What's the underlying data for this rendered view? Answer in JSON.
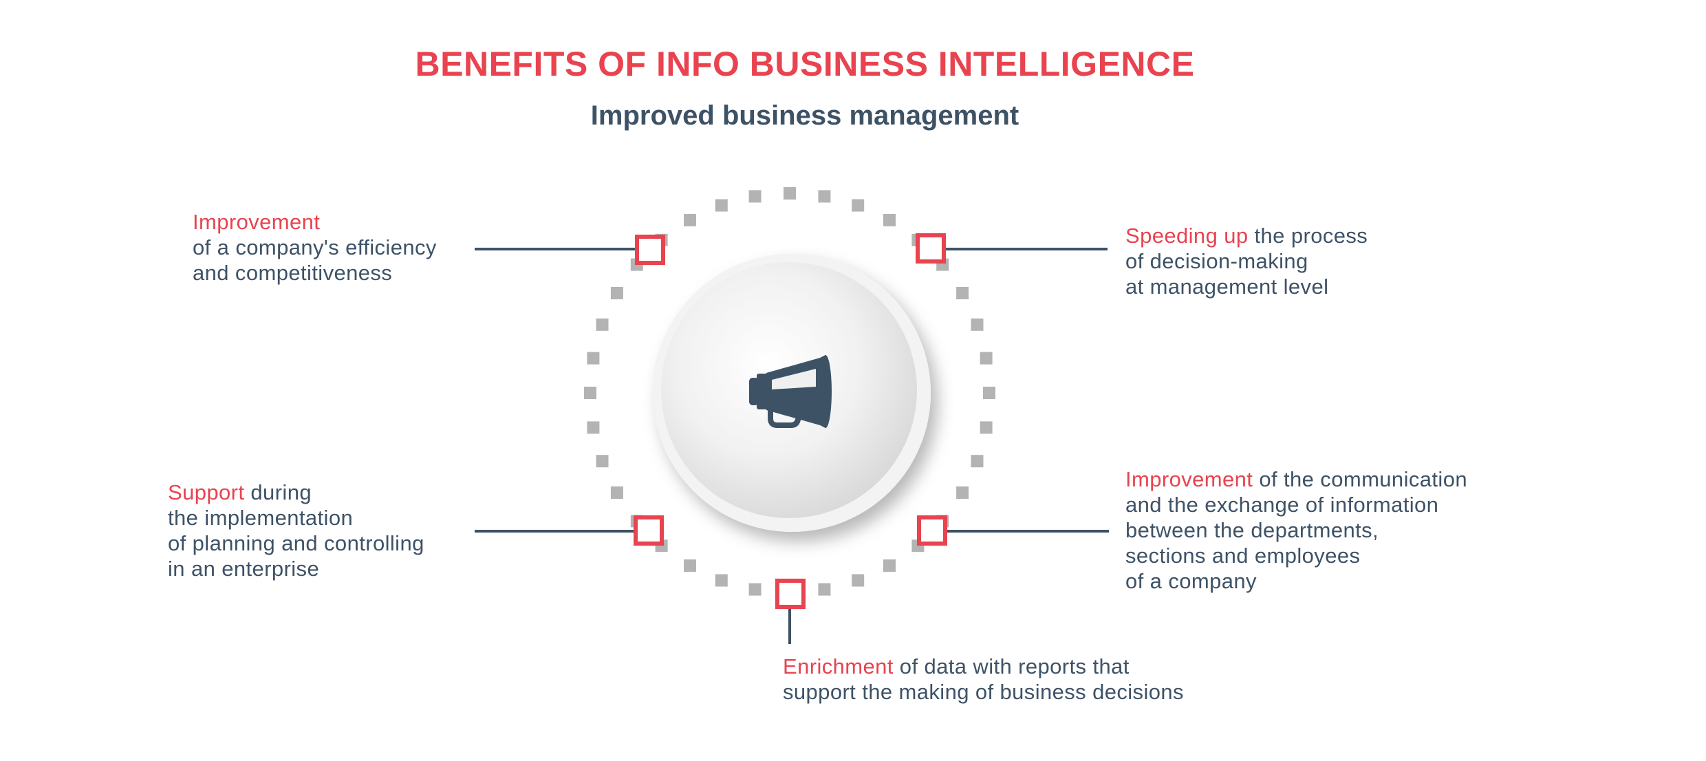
{
  "colors": {
    "accent": "#e8434f",
    "text": "#3e5266",
    "dots": "#b3b3b3",
    "line": "#3e5266"
  },
  "header": {
    "title": "BENEFITS OF INFO BUSINESS INTELLIGENCE",
    "subtitle": "Improved business management"
  },
  "center_icon": "megaphone-icon",
  "benefits": [
    {
      "lead": "Improvement",
      "rest": "",
      "lines": [
        "of a company's efficiency",
        "and competitiveness"
      ]
    },
    {
      "lead": "Speeding up",
      "rest": " the process",
      "lines": [
        "of decision-making",
        "at management level"
      ]
    },
    {
      "lead": "Support",
      "rest": " during",
      "lines": [
        "the implementation",
        "of planning and controlling",
        "in an enterprise"
      ]
    },
    {
      "lead": "Improvement",
      "rest": " of the communication",
      "lines": [
        "and the exchange of information",
        "between the departments,",
        "sections and employees",
        "of a company"
      ]
    },
    {
      "lead": "Enrichment",
      "rest": " of data with reports that",
      "lines": [
        "support the making of business decisions"
      ]
    }
  ]
}
